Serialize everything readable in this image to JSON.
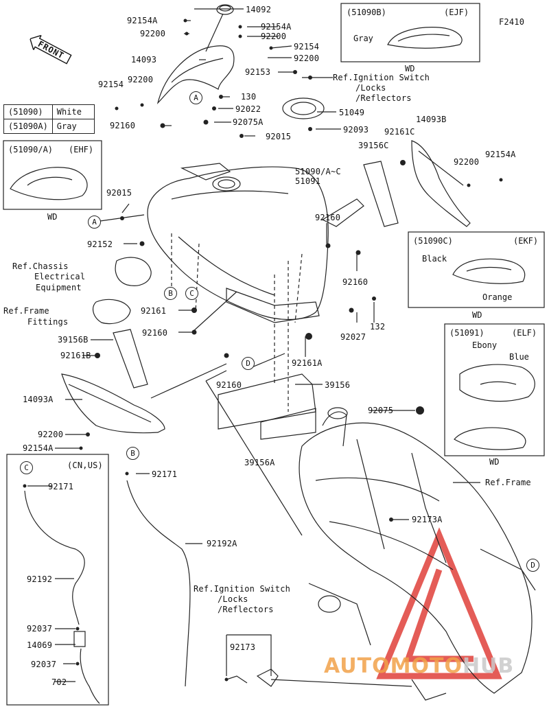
{
  "header": {
    "code": "F2410",
    "front_label": "FRONT"
  },
  "color_table": {
    "rows": [
      {
        "code": "(51090)",
        "color": "White"
      },
      {
        "code": "(51090A)",
        "color": "Gray"
      }
    ]
  },
  "insets": {
    "ehf": {
      "code": "(51090/A)",
      "model": "(EHF)",
      "sub": "WD"
    },
    "ejf": {
      "code": "(51090B)",
      "model": "(EJF)",
      "color": "Gray",
      "sub": "WD"
    },
    "ekf": {
      "code": "(51090C)",
      "model": "(EKF)",
      "color1": "Black",
      "color2": "Orange",
      "sub": "WD"
    },
    "elf": {
      "code": "(51091)",
      "model": "(ELF)",
      "color1": "Ebony",
      "color2": "Blue",
      "sub": "WD"
    }
  },
  "refs": {
    "ignition_top": [
      "Ref.Ignition Switch",
      "/Locks",
      "/Reflectors"
    ],
    "ignition_bottom": [
      "Ref.Ignition Switch",
      "/Locks",
      "/Reflectors"
    ],
    "chassis": [
      "Ref.Chassis",
      "Electrical",
      "Equipment"
    ],
    "frame_fittings": [
      "Ref.Frame",
      "Fittings"
    ],
    "frame": "Ref.Frame",
    "cn_us": "(CN,US)"
  },
  "callouts": {
    "A": "A",
    "B": "B",
    "C": "C",
    "D": "D"
  },
  "parts": {
    "p14092": "14092",
    "p92154A_1": "92154A",
    "p92200_1": "92200",
    "p14093": "14093",
    "p92154A_2": "92154A",
    "p92200_2": "92200",
    "p92154_1": "92154",
    "p92200_3": "92200",
    "p92153": "92153",
    "p92154_2": "92154",
    "p92200_4": "92200",
    "p130": "130",
    "p92022": "92022",
    "p92160_1": "92160",
    "p92075A": "92075A",
    "p92015_1": "92015",
    "p51049": "51049",
    "p92093": "92093",
    "p14093B": "14093B",
    "p92161C": "92161C",
    "p39156C": "39156C",
    "p92200_5": "92200",
    "p92154A_3": "92154A",
    "p51090": "51090/A~C",
    "p51091": "51091",
    "p92015_2": "92015",
    "p92160_2": "92160",
    "p92152": "92152",
    "p92160_3": "92160",
    "p92161": "92161",
    "p92160_4": "92160",
    "p132": "132",
    "p92027": "92027",
    "p39156B": "39156B",
    "p92161B": "92161B",
    "p92161A": "92161A",
    "p92160_5": "92160",
    "p39156": "39156",
    "p14093A": "14093A",
    "p92075": "92075",
    "p92200_6": "92200",
    "p92154A_4": "92154A",
    "p39156A": "39156A",
    "p92171_1": "92171",
    "p92171_2": "92171",
    "p92173A": "92173A",
    "p92192A": "92192A",
    "p92192": "92192",
    "p92037_1": "92037",
    "p14069": "14069",
    "p92037_2": "92037",
    "p702": "702",
    "p92173": "92173"
  },
  "watermark": {
    "part1": "AUTOMOTO",
    "part2": "HUB"
  }
}
